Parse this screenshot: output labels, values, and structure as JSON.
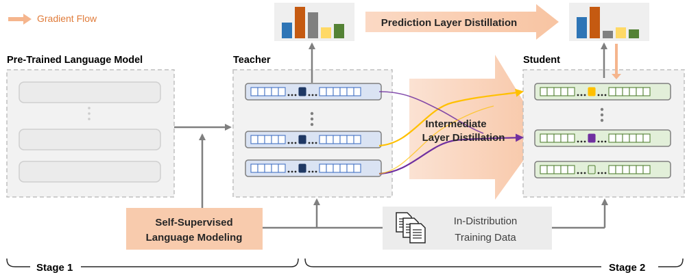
{
  "legend": {
    "label": "Gradient Flow",
    "arrow_color": "#f5b58d",
    "text_color": "#e07b39"
  },
  "sections": {
    "pretrained": "Pre-Trained Language Model",
    "teacher": "Teacher",
    "student": "Student"
  },
  "processes": {
    "prediction_distill": "Prediction Layer Distillation",
    "intermediate_line1": "Intermediate",
    "intermediate_line2": "Layer Distillation",
    "self_sup_line1": "Self-Supervised",
    "self_sup_line2": "Language Modeling",
    "data_line1": "In-Distribution",
    "data_line2": "Training Data"
  },
  "stages": {
    "stage1": "Stage 1",
    "stage2": "Stage 2"
  },
  "colors": {
    "teacher_bar_blue": "#2e75b6",
    "teacher_bar_orange": "#c55a11",
    "teacher_bar_gray": "#808080",
    "teacher_bar_yellow": "#ffd966",
    "teacher_bar_green": "#548235",
    "peach": "#f8cbad",
    "student_layer_fill": "#e2efd9",
    "student_layer_stroke": "#70ad47",
    "teacher_layer_fill": "#dae3f3",
    "teacher_layer_stroke": "#7f7f7f",
    "arrow_gray": "#7f7f7f",
    "purple": "#7030a0",
    "yellow": "#ffc000"
  }
}
